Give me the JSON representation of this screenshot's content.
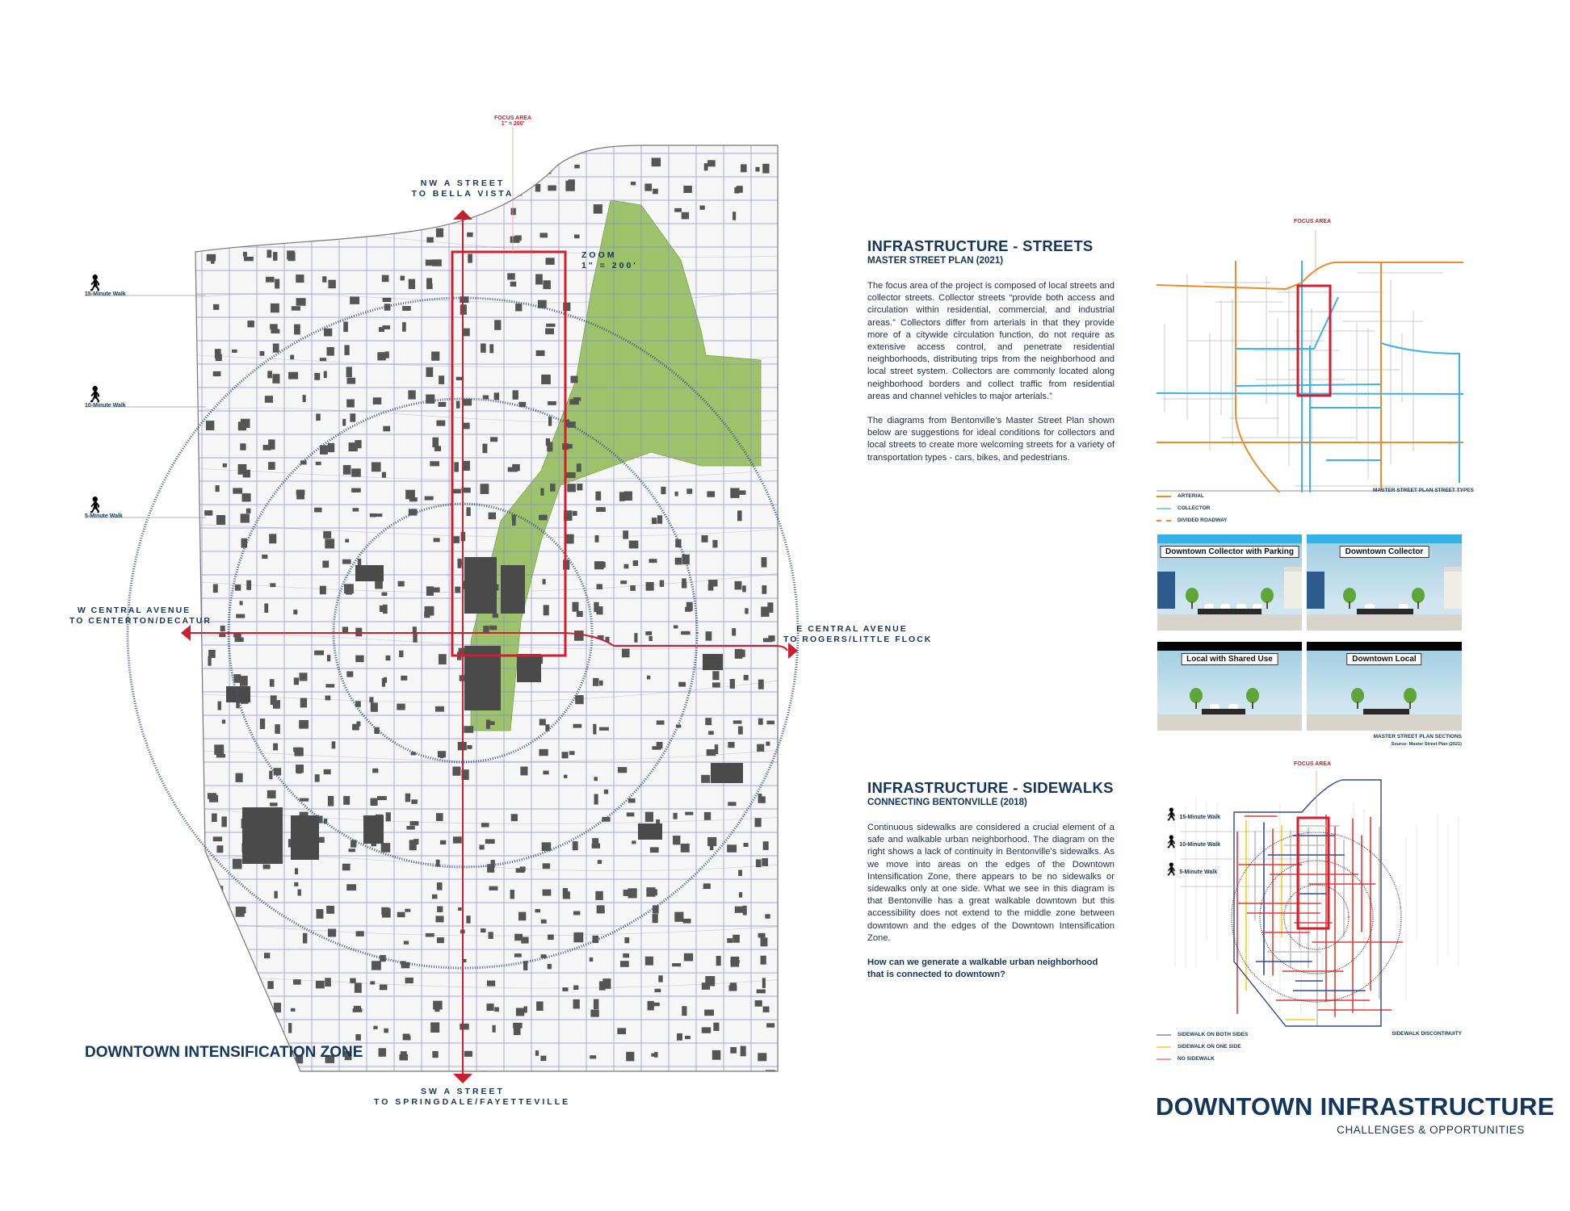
{
  "main_map": {
    "title": "DOWNTOWN INTENSIFICATION ZONE",
    "focus_label": "FOCUS AREA",
    "focus_scale": "1\" = 200'",
    "zoom_label": "ZOOM",
    "zoom_scale": "1\" = 200'",
    "north": {
      "line1": "NW A STREET",
      "line2": "TO BELLA VISTA"
    },
    "south": {
      "line1": "SW A STREET",
      "line2": "TO SPRINGDALE/FAYETTEVILLE"
    },
    "west": {
      "line1": "W CENTRAL AVENUE",
      "line2": "TO CENTERTON/DECATUR"
    },
    "east": {
      "line1": "E CENTRAL AVENUE",
      "line2": "TO ROGERS/LITTLE FLOCK"
    },
    "walk_rings": [
      "15-Minute Walk",
      "10-Minute Walk",
      "5-Minute Walk"
    ],
    "colors": {
      "accent_red": "#c8202f",
      "navy": "#14365a",
      "park_green": "#9cc26a",
      "street": "#8c8cd2",
      "building": "#555555"
    }
  },
  "streets": {
    "heading": "INFRASTRUCTURE - STREETS",
    "subheading": "MASTER STREET PLAN (2021)",
    "paragraph1": "The focus area of the project is composed of local streets and collector streets. Collector streets “provide both access and circulation within residential, commercial, and industrial areas.” Collectors differ from arterials in that they provide more of a citywide circulation function, do not require as extensive access control, and penetrate residential neighborhoods, distributing trips from the neighborhood and local street system. Collectors are commonly located along neighborhood borders and collect traffic from residential areas and channel vehicles to major arterials.”",
    "paragraph2": "The diagrams from Bentonville’s Master Street Plan shown below are suggestions for ideal conditions for collectors and local streets to create more welcoming streets for a variety of transportation types - cars, bikes, and pedestrians."
  },
  "street_map": {
    "focus_label": "FOCUS AREA",
    "caption": "MASTER STREET PLAN STREET TYPES",
    "legend": [
      {
        "label": "ARTERIAL",
        "color": "#f08a2c",
        "style": "solid"
      },
      {
        "label": "COLLECTOR",
        "color": "#8ecbef",
        "style": "solid"
      },
      {
        "label": "DIVIDED ROADWAY",
        "color": "#f08a2c",
        "style": "dashed"
      }
    ]
  },
  "sections": {
    "panels": [
      {
        "title": "Downtown Collector with Parking"
      },
      {
        "title": "Downtown Collector"
      },
      {
        "title": "Local with Shared Use"
      },
      {
        "title": "Downtown Local"
      }
    ],
    "caption": "MASTER STREET PLAN SECTIONS",
    "source": "Source: Master Street Plan (2021)"
  },
  "sidewalks": {
    "heading": "INFRASTRUCTURE - SIDEWALKS",
    "subheading": "CONNECTING BENTONVILLE (2018)",
    "paragraph1": "Continuous sidewalks are considered a crucial element of a safe and walkable urban neighborhood.  The diagram on the right shows a lack of continuity in Bentonville’s sidewalks. As we move into areas on the edges of the Downtown Intensification Zone, there appears to be no sidewalks or sidewalks only at one side. What we see in this diagram is that Bentonville has a great walkable downtown but this accessibility does not extend to the middle zone between downtown and the edges of the Downtown Intensification Zone.",
    "question": "How can we generate a walkable urban neighborhood that is connected to downtown?"
  },
  "sidewalk_map": {
    "focus_label": "FOCUS AREA",
    "walk_rings": [
      "15-Minute Walk",
      "10-Minute Walk",
      "5-Minute Walk"
    ],
    "caption": "SIDEWALK DISCONTINUITY",
    "legend": [
      {
        "label": "SIDEWALK ON BOTH SIDES",
        "color": "#9aa6d6"
      },
      {
        "label": "SIDEWALK ON ONE SIDE",
        "color": "#f3d96a"
      },
      {
        "label": "NO SIDEWALK",
        "color": "#f19aa0"
      }
    ]
  },
  "footer": {
    "title": "DOWNTOWN INFRASTRUCTURE",
    "subtitle": "CHALLENGES & OPPORTUNITIES"
  }
}
